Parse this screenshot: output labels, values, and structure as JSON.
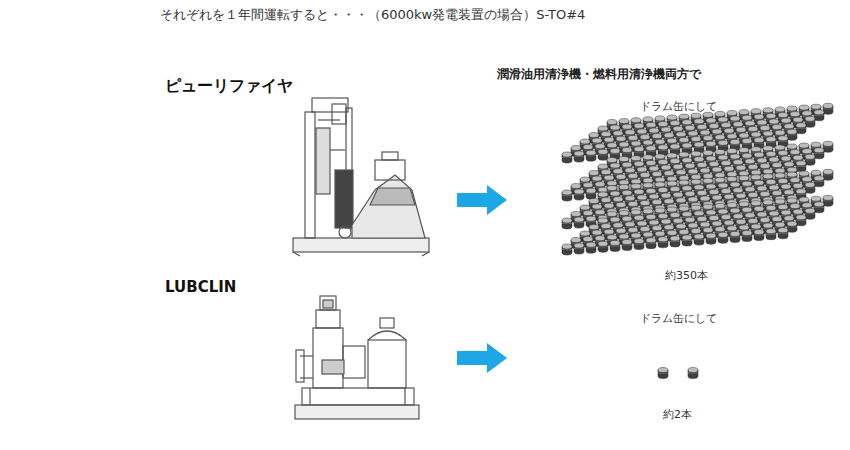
{
  "diagram": {
    "title": "それぞれを１年間運転すると・・・（6000kw発電装置の場合）S-TO#4",
    "labels": [
      "ピューリファイヤ",
      "LUBCLIN",
      "潤滑油用清浄機・燃料用清浄機両方で",
      "ドラム缶にして",
      "約350本",
      "ドラム缶にして",
      "約2本"
    ]
  }
}
